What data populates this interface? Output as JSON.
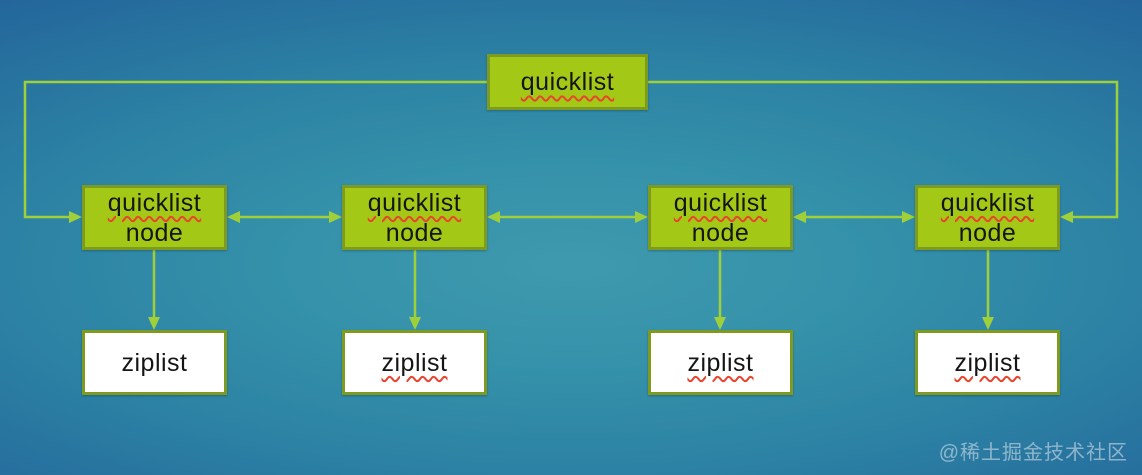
{
  "colors": {
    "box_fill": "#a3c916",
    "box_border": "#7d9b21",
    "connector": "#9fd03a",
    "ziplist_fill": "#ffffff",
    "text": "#151515",
    "squiggle": "#e8442e",
    "background_center": "#3f99ae",
    "background_edge": "#1a4c8b"
  },
  "diagram": {
    "root": {
      "label": "quicklist",
      "misspelled": true
    },
    "nodes": [
      {
        "line1": "quicklist",
        "line2": "node",
        "line1_misspelled": true,
        "line2_misspelled": false
      },
      {
        "line1": "quicklist",
        "line2": "node",
        "line1_misspelled": true,
        "line2_misspelled": false
      },
      {
        "line1": "quicklist",
        "line2": "node",
        "line1_misspelled": true,
        "line2_misspelled": false
      },
      {
        "line1": "quicklist",
        "line2": "node",
        "line1_misspelled": true,
        "line2_misspelled": false
      }
    ],
    "ziplists": [
      {
        "label": "ziplist",
        "misspelled": false
      },
      {
        "label": "ziplist",
        "misspelled": true
      },
      {
        "label": "ziplist",
        "misspelled": true
      },
      {
        "label": "ziplist",
        "misspelled": true
      }
    ]
  },
  "watermark": {
    "text": "@稀土掘金技术社区"
  }
}
